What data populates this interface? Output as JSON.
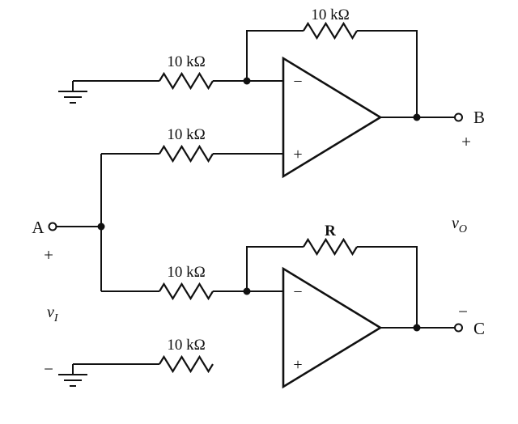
{
  "resistors": {
    "top_feedback": "10 kΩ",
    "top_inverting_input": "10 kΩ",
    "top_noninverting_input": "10 kΩ",
    "bottom_feedback": "R",
    "bottom_inverting_input": "10 kΩ",
    "bottom_noninverting_input": "10 kΩ"
  },
  "opamps": {
    "top": {
      "inverting": "−",
      "noninverting": "+"
    },
    "bottom": {
      "inverting": "−",
      "noninverting": "+"
    }
  },
  "terminals": {
    "a": {
      "label": "A",
      "polarity": "+"
    },
    "b": {
      "label": "B",
      "polarity": "+"
    },
    "c": {
      "label": "C",
      "polarity": "−"
    },
    "input_minus": "−"
  },
  "signals": {
    "v_in": {
      "base": "v",
      "sub": "I"
    },
    "v_out": {
      "base": "v",
      "sub": "O"
    }
  }
}
